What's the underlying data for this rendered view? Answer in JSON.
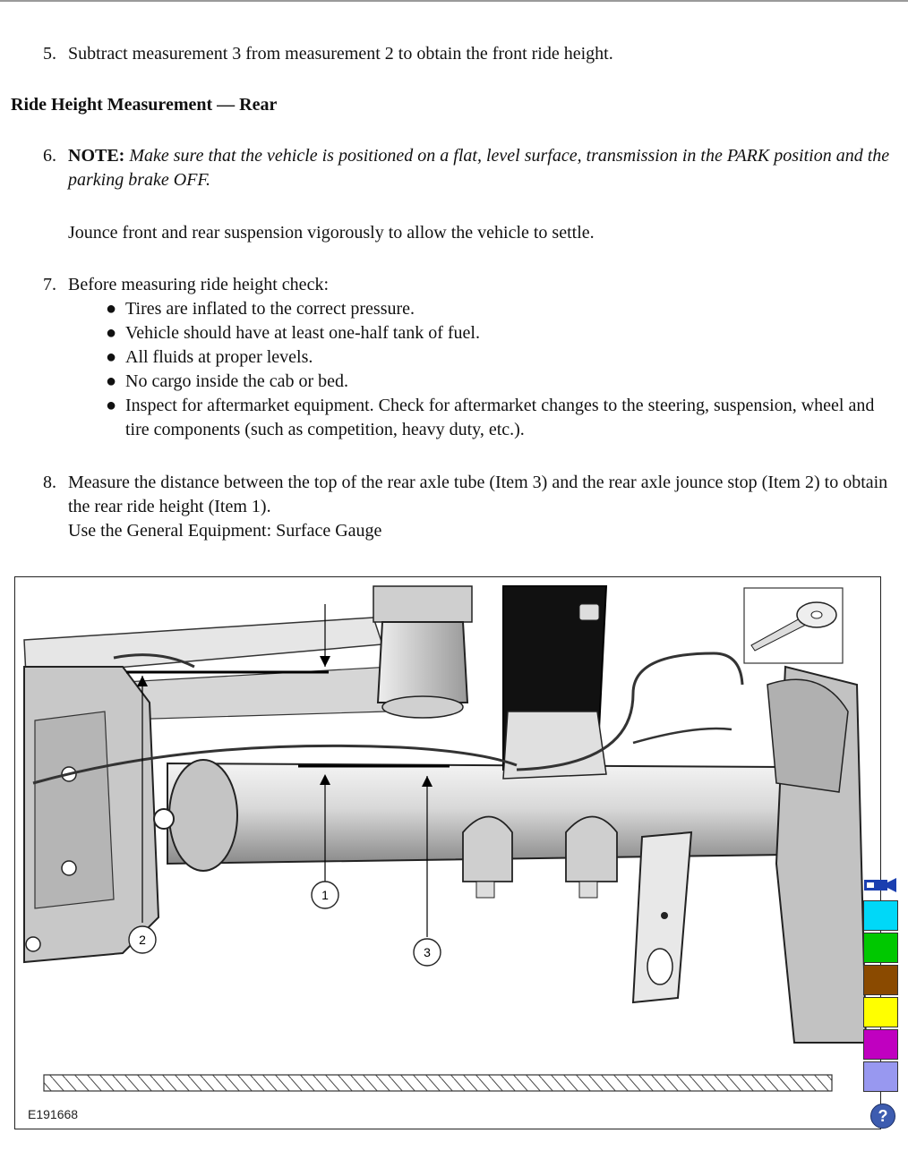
{
  "steps": [
    {
      "number": "5.",
      "text": "Subtract measurement 3 from measurement 2 to obtain the front ride height."
    },
    {
      "number": "6.",
      "note_label": "NOTE:",
      "note_text": "Make sure that the vehicle is positioned on a flat, level surface, transmission in the PARK position and the parking brake OFF.",
      "body": "Jounce front and rear suspension vigorously to allow the vehicle to settle."
    },
    {
      "number": "7.",
      "text": "Before measuring ride height check:",
      "bullets": [
        "Tires are inflated to the correct pressure.",
        "Vehicle should have at least one-half tank of fuel.",
        "All fluids at proper levels.",
        "No cargo inside the cab or bed.",
        "Inspect for aftermarket equipment. Check for aftermarket changes to the steering, suspension, wheel and tire components (such as competition, heavy duty, etc.)."
      ]
    },
    {
      "number": "8.",
      "text": "Measure the distance between the top of the rear axle tube (Item 3) and the rear axle jounce stop (Item 2) to obtain the rear ride height (Item 1).",
      "equipment": "Use the General Equipment: Surface Gauge"
    }
  ],
  "section_heading": "Ride Height Measurement — Rear",
  "figure": {
    "code": "E191668",
    "callouts": [
      "1",
      "2",
      "3"
    ]
  },
  "toolbar": {
    "icon": "video-camera-icon",
    "swatches": [
      "#00d8f8",
      "#00c800",
      "#8a4a00",
      "#ffff00",
      "#c000c0",
      "#9898f0"
    ],
    "help_icon": "help-icon",
    "help_glyph": "?"
  }
}
